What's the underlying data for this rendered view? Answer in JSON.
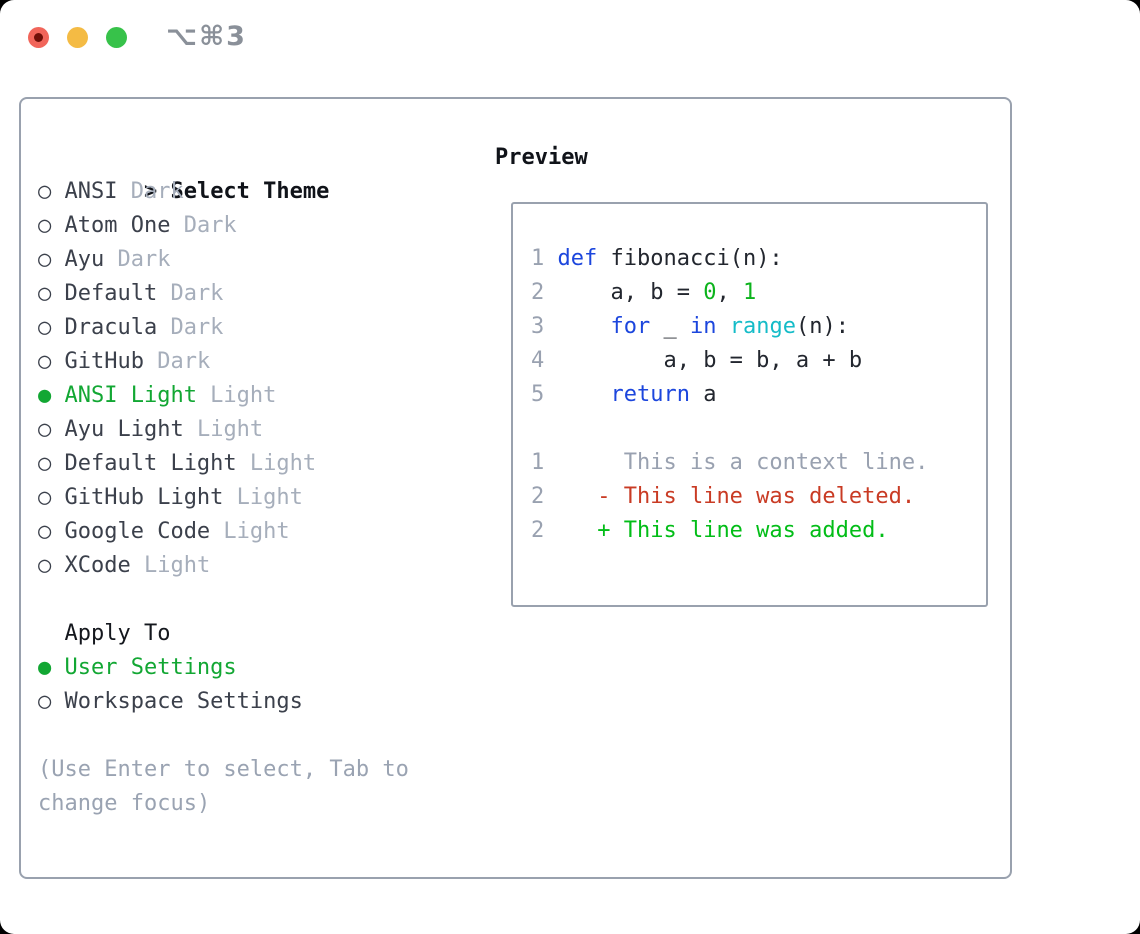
{
  "window": {
    "shortcut_label": "⌥⌘3",
    "traffic_lights": {
      "close_color": "#f1655a",
      "close_dot_color": "#6f0f08",
      "minimize_color": "#f4bb44",
      "zoom_color": "#37c24a"
    }
  },
  "markers": {
    "prompt": ">",
    "selected": "●",
    "unselected": "○"
  },
  "colors": {
    "accent_green": "#12a733",
    "panel_border": "#99a1ae",
    "muted_gray": "#a6aebb",
    "text_dark": "#3b404b",
    "syntax_keyword_blue": "#1c46dd",
    "syntax_builtin_cyan": "#15bcc8",
    "syntax_number_green": "#0cb31c",
    "diff_deleted_red": "#c93b24",
    "diff_added_green": "#02bd17"
  },
  "theme_panel": {
    "header": "Select Theme",
    "themes": [
      {
        "name": "ANSI",
        "variant": "Dark",
        "selected": false
      },
      {
        "name": "Atom One",
        "variant": "Dark",
        "selected": false
      },
      {
        "name": "Ayu",
        "variant": "Dark",
        "selected": false
      },
      {
        "name": "Default",
        "variant": "Dark",
        "selected": false
      },
      {
        "name": "Dracula",
        "variant": "Dark",
        "selected": false
      },
      {
        "name": "GitHub",
        "variant": "Dark",
        "selected": false
      },
      {
        "name": "ANSI Light",
        "variant": "Light",
        "selected": true
      },
      {
        "name": "Ayu Light",
        "variant": "Light",
        "selected": false
      },
      {
        "name": "Default Light",
        "variant": "Light",
        "selected": false
      },
      {
        "name": "GitHub Light",
        "variant": "Light",
        "selected": false
      },
      {
        "name": "Google Code",
        "variant": "Light",
        "selected": false
      },
      {
        "name": "XCode",
        "variant": "Light",
        "selected": false
      }
    ],
    "apply_to": {
      "header": "Apply To",
      "options": [
        {
          "label": "User Settings",
          "selected": true
        },
        {
          "label": "Workspace Settings",
          "selected": false
        }
      ]
    },
    "help_text": "(Use Enter to select, Tab to change focus)"
  },
  "preview": {
    "header": "Preview",
    "lines": [
      {
        "num": "1",
        "segments": [
          {
            "text": "def",
            "color": "keyword"
          },
          {
            "text": " fibonacci(n):",
            "color": "plain"
          }
        ]
      },
      {
        "num": "2",
        "segments": [
          {
            "text": "    a, b = ",
            "color": "plain"
          },
          {
            "text": "0",
            "color": "number"
          },
          {
            "text": ", ",
            "color": "plain"
          },
          {
            "text": "1",
            "color": "number"
          }
        ]
      },
      {
        "num": "3",
        "segments": [
          {
            "text": "    ",
            "color": "plain"
          },
          {
            "text": "for",
            "color": "keyword"
          },
          {
            "text": " _ ",
            "color": "plain"
          },
          {
            "text": "in",
            "color": "keyword"
          },
          {
            "text": " ",
            "color": "plain"
          },
          {
            "text": "range",
            "color": "builtin"
          },
          {
            "text": "(n):",
            "color": "plain"
          }
        ]
      },
      {
        "num": "4",
        "segments": [
          {
            "text": "        a, b = b, a + b",
            "color": "plain"
          }
        ]
      },
      {
        "num": "5",
        "segments": [
          {
            "text": "    ",
            "color": "plain"
          },
          {
            "text": "return",
            "color": "keyword"
          },
          {
            "text": " a",
            "color": "plain"
          }
        ]
      },
      {
        "num": "",
        "segments": []
      },
      {
        "num": "1",
        "segments": [
          {
            "text": "     This is a context line.",
            "color": "context"
          }
        ]
      },
      {
        "num": "2",
        "segments": [
          {
            "text": "   - This line was deleted.",
            "color": "deleted"
          }
        ]
      },
      {
        "num": "2",
        "segments": [
          {
            "text": "   + This line was added.",
            "color": "added"
          }
        ]
      }
    ]
  }
}
